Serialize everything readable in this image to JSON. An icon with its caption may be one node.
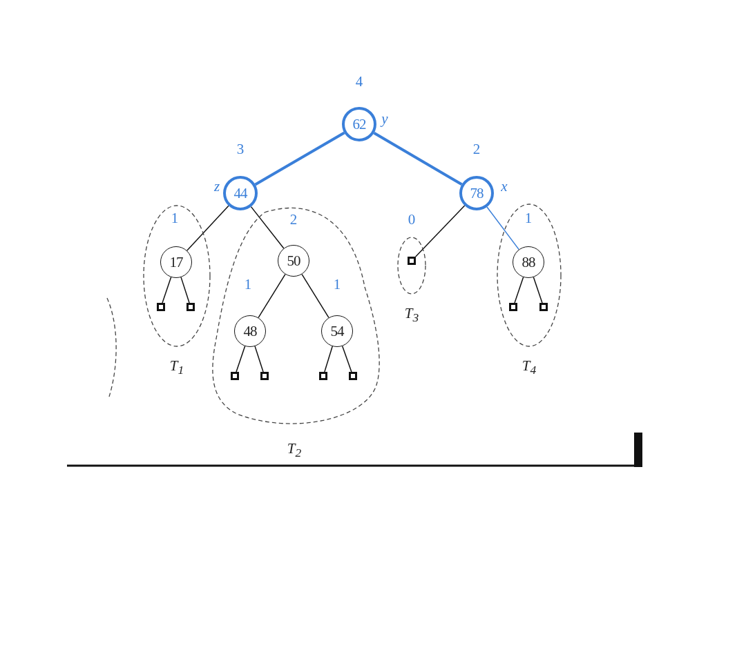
{
  "diagram": {
    "nodes": [
      {
        "text": [
          "62"
        ],
        "beside": [
          "4",
          "y"
        ]
      },
      {
        "text": [
          "44"
        ],
        "beside": [
          "3",
          "z"
        ]
      },
      {
        "text": [
          "78"
        ],
        "beside": [
          "2",
          "x"
        ]
      },
      {
        "text": [
          "T$_{1}$"
        ]
      },
      {
        "text": [
          "17"
        ],
        "in": 3,
        "beside": [
          "1"
        ]
      },
      {
        "text": [],
        "shape": "box",
        "in": 3
      },
      {
        "text": [],
        "shape": "box",
        "in": 3
      },
      {
        "text": [
          "T$_{2}$"
        ]
      },
      {
        "text": [
          "50"
        ],
        "in": 7,
        "beside": [
          "2"
        ]
      },
      {
        "text": [
          "48"
        ],
        "in": 7,
        "beside": [
          "1"
        ]
      },
      {
        "text": [
          "54"
        ],
        "in": 7,
        "beside": [
          "1"
        ]
      },
      {
        "text": [],
        "shape": "box",
        "in": 7
      },
      {
        "text": [],
        "shape": "box",
        "in": 7
      },
      {
        "text": [],
        "shape": "box",
        "in": 7
      },
      {
        "text": [],
        "shape": "box",
        "in": 7
      },
      {
        "text": [
          "T$_{3}$"
        ]
      },
      {
        "text": [],
        "shape": "box",
        "in": 15,
        "beside": [
          "0"
        ]
      },
      {
        "text": [
          "T$_{4}$"
        ]
      },
      {
        "text": [
          "88"
        ],
        "in": 17,
        "beside": [
          "1"
        ]
      },
      {
        "text": [],
        "shape": "box",
        "in": 17
      },
      {
        "text": [],
        "shape": "box",
        "in": 17
      }
    ],
    "edges": [
      {
        "from": 0,
        "to": 1,
        "arrow": "none",
        "style": "thick",
        "color": "#3a7fd9"
      },
      {
        "from": 0,
        "to": 2,
        "arrow": "none",
        "style": "thick",
        "color": "#3a7fd9"
      },
      {
        "from": 1,
        "to": 4,
        "arrow": "none"
      },
      {
        "from": 1,
        "to": 8,
        "arrow": "none"
      },
      {
        "from": 2,
        "to": 16,
        "arrow": "none"
      },
      {
        "from": 2,
        "to": 18,
        "arrow": "none",
        "color": "#3a7fd9"
      },
      {
        "from": 4,
        "to": 5,
        "arrow": "none"
      },
      {
        "from": 4,
        "to": 6,
        "arrow": "none"
      },
      {
        "from": 8,
        "to": 9,
        "arrow": "none"
      },
      {
        "from": 8,
        "to": 10,
        "arrow": "none"
      },
      {
        "from": 9,
        "to": 11,
        "arrow": "none"
      },
      {
        "from": 9,
        "to": 12,
        "arrow": "none"
      },
      {
        "from": 10,
        "to": 13,
        "arrow": "none"
      },
      {
        "from": 10,
        "to": 14,
        "arrow": "none"
      },
      {
        "from": 18,
        "to": 19,
        "arrow": "none"
      },
      {
        "from": 18,
        "to": 20,
        "arrow": "none"
      }
    ]
  }
}
